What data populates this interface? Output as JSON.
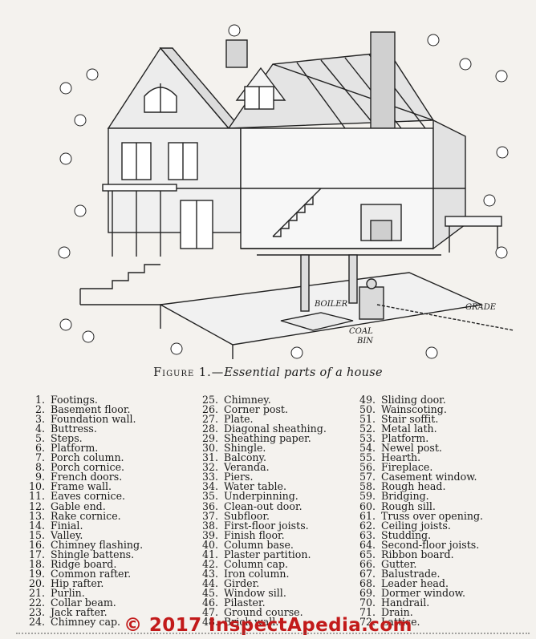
{
  "caption": {
    "label": "Figure 1.—",
    "title": "Essential parts of a house"
  },
  "watermark": "© 2017 InspectApedia.com",
  "parts": [
    {
      "num": "1.",
      "name": "Footings."
    },
    {
      "num": "2.",
      "name": "Basement floor."
    },
    {
      "num": "3.",
      "name": "Foundation wall."
    },
    {
      "num": "4.",
      "name": "Buttress."
    },
    {
      "num": "5.",
      "name": "Steps."
    },
    {
      "num": "6.",
      "name": "Platform."
    },
    {
      "num": "7.",
      "name": "Porch column."
    },
    {
      "num": "8.",
      "name": "Porch cornice."
    },
    {
      "num": "9.",
      "name": "French doors."
    },
    {
      "num": "10.",
      "name": "Frame wall."
    },
    {
      "num": "11.",
      "name": "Eaves cornice."
    },
    {
      "num": "12.",
      "name": "Gable end."
    },
    {
      "num": "13.",
      "name": "Rake cornice."
    },
    {
      "num": "14.",
      "name": "Finial."
    },
    {
      "num": "15.",
      "name": "Valley."
    },
    {
      "num": "16.",
      "name": "Chimney flashing."
    },
    {
      "num": "17.",
      "name": "Shingle battens."
    },
    {
      "num": "18.",
      "name": "Ridge board."
    },
    {
      "num": "19.",
      "name": "Common rafter."
    },
    {
      "num": "20.",
      "name": "Hip rafter."
    },
    {
      "num": "21.",
      "name": "Purlin."
    },
    {
      "num": "22.",
      "name": "Collar beam."
    },
    {
      "num": "23.",
      "name": "Jack rafter."
    },
    {
      "num": "24.",
      "name": "Chimney cap."
    },
    {
      "num": "25.",
      "name": "Chimney."
    },
    {
      "num": "26.",
      "name": "Corner post."
    },
    {
      "num": "27.",
      "name": "Plate."
    },
    {
      "num": "28.",
      "name": "Diagonal sheathing."
    },
    {
      "num": "29.",
      "name": "Sheathing paper."
    },
    {
      "num": "30.",
      "name": "Shingle."
    },
    {
      "num": "31.",
      "name": "Balcony."
    },
    {
      "num": "32.",
      "name": "Veranda."
    },
    {
      "num": "33.",
      "name": "Piers."
    },
    {
      "num": "34.",
      "name": "Water table."
    },
    {
      "num": "35.",
      "name": "Underpinning."
    },
    {
      "num": "36.",
      "name": "Clean-out door."
    },
    {
      "num": "37.",
      "name": "Subfloor."
    },
    {
      "num": "38.",
      "name": "First-floor joists."
    },
    {
      "num": "39.",
      "name": "Finish floor."
    },
    {
      "num": "40.",
      "name": "Column base."
    },
    {
      "num": "41.",
      "name": "Plaster partition."
    },
    {
      "num": "42.",
      "name": "Column cap."
    },
    {
      "num": "43.",
      "name": "Iron column."
    },
    {
      "num": "44.",
      "name": "Girder."
    },
    {
      "num": "45.",
      "name": "Window sill."
    },
    {
      "num": "46.",
      "name": "Pilaster."
    },
    {
      "num": "47.",
      "name": "Ground course."
    },
    {
      "num": "48.",
      "name": "Brick wall."
    },
    {
      "num": "49.",
      "name": "Sliding door."
    },
    {
      "num": "50.",
      "name": "Wainscoting."
    },
    {
      "num": "51.",
      "name": "Stair soffit."
    },
    {
      "num": "52.",
      "name": "Metal lath."
    },
    {
      "num": "53.",
      "name": "Platform."
    },
    {
      "num": "54.",
      "name": "Newel post."
    },
    {
      "num": "55.",
      "name": "Hearth."
    },
    {
      "num": "56.",
      "name": "Fireplace."
    },
    {
      "num": "57.",
      "name": "Casement window."
    },
    {
      "num": "58.",
      "name": "Rough head."
    },
    {
      "num": "59.",
      "name": "Bridging."
    },
    {
      "num": "60.",
      "name": "Rough sill."
    },
    {
      "num": "61.",
      "name": "Truss over opening."
    },
    {
      "num": "62.",
      "name": "Ceiling joists."
    },
    {
      "num": "63.",
      "name": "Studding."
    },
    {
      "num": "64.",
      "name": "Second-floor joists."
    },
    {
      "num": "65.",
      "name": "Ribbon board."
    },
    {
      "num": "66.",
      "name": "Gutter."
    },
    {
      "num": "67.",
      "name": "Balustrade."
    },
    {
      "num": "68.",
      "name": "Leader head."
    },
    {
      "num": "69.",
      "name": "Dormer window."
    },
    {
      "num": "70.",
      "name": "Handrail."
    },
    {
      "num": "71.",
      "name": "Drain."
    },
    {
      "num": "72.",
      "name": "Lattice."
    }
  ]
}
